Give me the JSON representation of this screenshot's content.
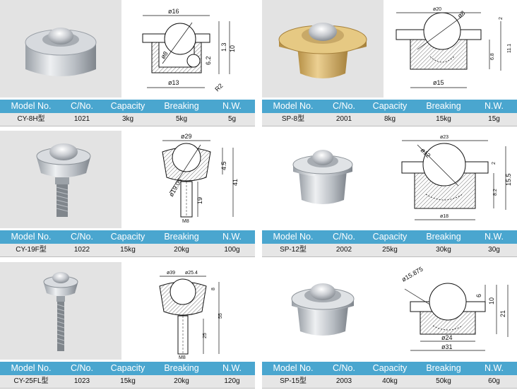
{
  "columns": {
    "model": "Model No.",
    "cno": "C/No.",
    "capacity": "Capacity",
    "breaking": "Breaking",
    "nw": "N.W."
  },
  "products": [
    {
      "model": "CY-8H型",
      "cno": "1021",
      "capacity": "3kg",
      "breaking": "5kg",
      "nw": "5g",
      "dims": [
        "ø16",
        "ø8",
        "1.3",
        "10",
        "6.2",
        "ø13",
        "R2"
      ]
    },
    {
      "model": "SP-8型",
      "cno": "2001",
      "capacity": "8kg",
      "breaking": "15kg",
      "nw": "15g",
      "dims": [
        "ø20",
        "ø8",
        "2",
        "11.1",
        "6.8",
        "ø15"
      ]
    },
    {
      "model": "CY-19F型",
      "cno": "1022",
      "capacity": "15kg",
      "breaking": "20kg",
      "nw": "100g",
      "dims": [
        "ø29",
        "4.5",
        "41",
        "ø19.05",
        "19",
        "M8"
      ]
    },
    {
      "model": "SP-12型",
      "cno": "2002",
      "capacity": "25kg",
      "breaking": "30kg",
      "nw": "30g",
      "dims": [
        "ø23",
        "ø12",
        "2",
        "15.5",
        "8.2",
        "ø18"
      ]
    },
    {
      "model": "CY-25FL型",
      "cno": "1023",
      "capacity": "15kg",
      "breaking": "20kg",
      "nw": "120g",
      "dims": [
        "ø39",
        "ø25.4",
        "8",
        "55",
        "25",
        "M8"
      ]
    },
    {
      "model": "SP-15型",
      "cno": "2003",
      "capacity": "40kg",
      "breaking": "50kg",
      "nw": "60g",
      "dims": [
        "ø15.875",
        "6",
        "10",
        "21",
        "ø24",
        "ø31"
      ]
    }
  ]
}
